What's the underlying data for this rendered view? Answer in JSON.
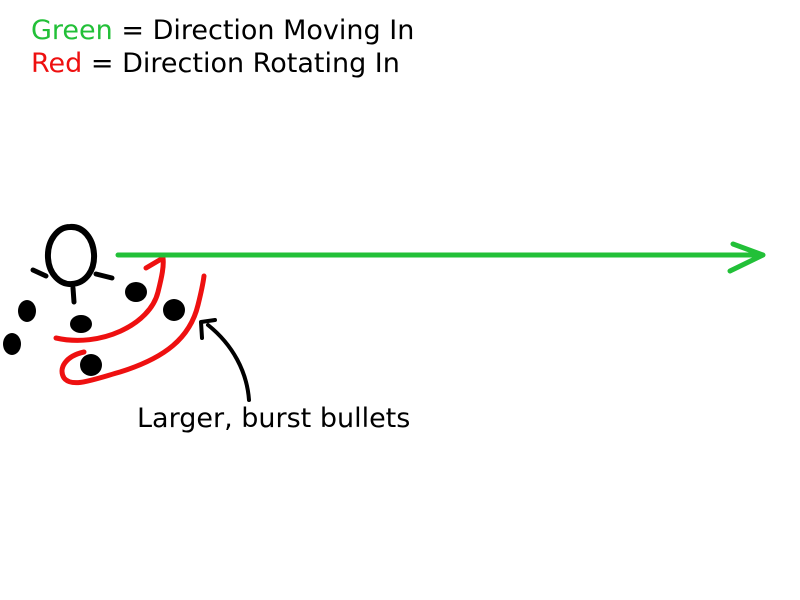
{
  "legend": {
    "items": [
      {
        "color_word": "Green",
        "separator": " = ",
        "meaning": "Direction Moving In",
        "color": "#22c038"
      },
      {
        "color_word": "Red",
        "separator": " = ",
        "meaning": "Direction Rotating In",
        "color": "#ee1010"
      }
    ]
  },
  "annotation": {
    "text": "Larger, burst bullets"
  },
  "colors": {
    "ink": "#000000",
    "movement": "#22c038",
    "rotation": "#ee1010",
    "background": "#ffffff"
  }
}
